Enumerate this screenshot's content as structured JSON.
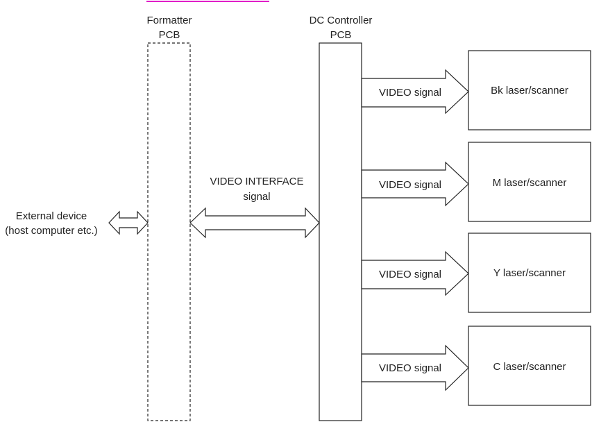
{
  "formatter": {
    "line1": "Formatter",
    "line2": "PCB"
  },
  "dc_controller": {
    "line1": "DC Controller",
    "line2": "PCB"
  },
  "external_device": {
    "line1": "External device",
    "line2": "(host computer etc.)"
  },
  "video_interface": {
    "line1": "VIDEO INTERFACE",
    "line2": "signal"
  },
  "channels": [
    {
      "signal": "VIDEO signal",
      "target": "Bk laser/scanner"
    },
    {
      "signal": "VIDEO signal",
      "target": "M laser/scanner"
    },
    {
      "signal": "VIDEO signal",
      "target": "Y laser/scanner"
    },
    {
      "signal": "VIDEO signal",
      "target": "C laser/scanner"
    }
  ],
  "colors": {
    "stroke": "#222222",
    "top_rule": "#e01ec8"
  }
}
